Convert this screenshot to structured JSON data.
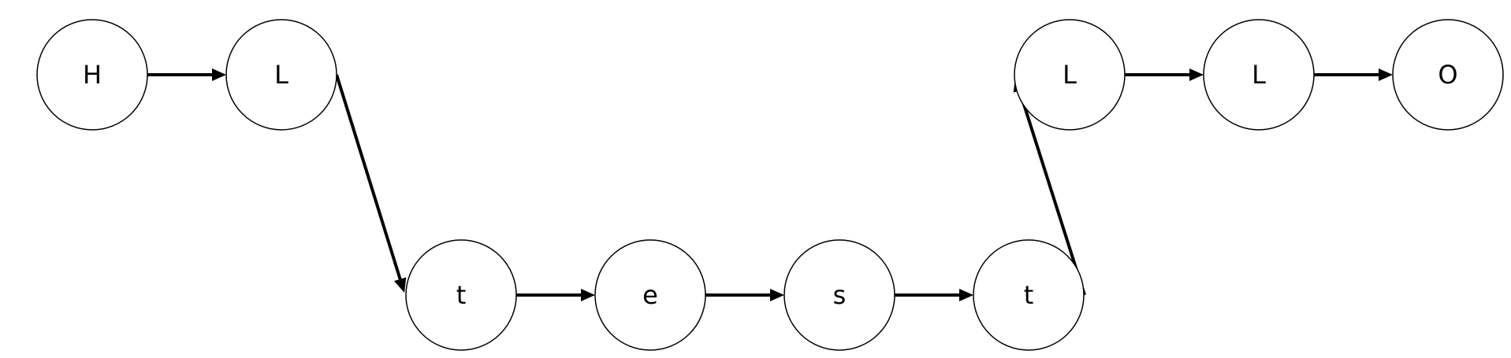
{
  "diagram": {
    "nodes": [
      {
        "id": "n1",
        "label": "H"
      },
      {
        "id": "n2",
        "label": "L"
      },
      {
        "id": "n3",
        "label": "t"
      },
      {
        "id": "n4",
        "label": "e"
      },
      {
        "id": "n5",
        "label": "s"
      },
      {
        "id": "n6",
        "label": "t"
      },
      {
        "id": "n7",
        "label": "L"
      },
      {
        "id": "n8",
        "label": "L"
      },
      {
        "id": "n9",
        "label": "O"
      }
    ],
    "edges": [
      {
        "from": "n1",
        "to": "n2"
      },
      {
        "from": "n2",
        "to": "n3"
      },
      {
        "from": "n3",
        "to": "n4"
      },
      {
        "from": "n4",
        "to": "n5"
      },
      {
        "from": "n5",
        "to": "n6"
      },
      {
        "from": "n6",
        "to": "n7"
      },
      {
        "from": "n7",
        "to": "n8"
      },
      {
        "from": "n8",
        "to": "n9"
      }
    ],
    "colors": {
      "node_fill": "#ffffff",
      "node_stroke": "#000000",
      "edge": "#000000",
      "background": "#ffffff"
    }
  }
}
